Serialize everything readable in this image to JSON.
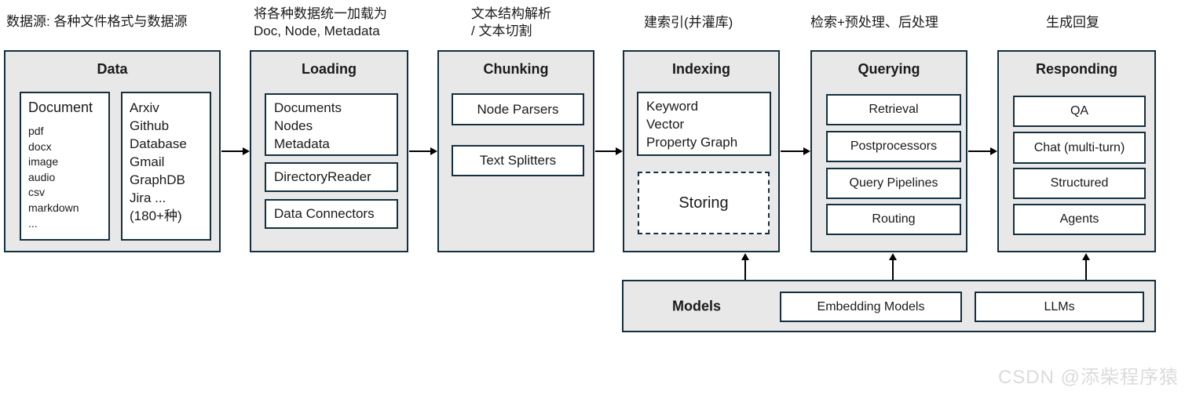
{
  "colors": {
    "box_border": "#14303f",
    "box_fill": "#e8e8e8",
    "inner_fill": "#ffffff",
    "arrow": "#000000",
    "watermark_text": "#dbdbdb"
  },
  "top_labels": {
    "data_source": "数据源: 各种文件格式与数据源",
    "loading": "将各种数据统一加载为\nDoc, Node, Metadata",
    "chunking": "文本结构解析\n/ 文本切割",
    "indexing": "建索引(并灌库)",
    "querying": "检索+预处理、后处理",
    "responding": "生成回复"
  },
  "stages": {
    "data": {
      "title": "Data",
      "document_box": {
        "heading": "Document",
        "items": "pdf\ndocx\nimage\naudio\ncsv\nmarkdown\n..."
      },
      "sources_box": "Arxiv\nGithub\nDatabase\nGmail\nGraphDB\nJira ...\n(180+种)"
    },
    "loading": {
      "title": "Loading",
      "boxes": [
        "Documents\nNodes\nMetadata",
        "DirectoryReader",
        "Data Connectors"
      ]
    },
    "chunking": {
      "title": "Chunking",
      "boxes": [
        "Node Parsers",
        "Text Splitters"
      ]
    },
    "indexing": {
      "title": "Indexing",
      "index_types": "Keyword\nVector\nProperty Graph",
      "storing": "Storing"
    },
    "querying": {
      "title": "Querying",
      "boxes": [
        "Retrieval",
        "Postprocessors",
        "Query Pipelines",
        "Routing"
      ]
    },
    "responding": {
      "title": "Responding",
      "boxes": [
        "QA",
        "Chat (multi-turn)",
        "Structured",
        "Agents"
      ]
    }
  },
  "models": {
    "title": "Models",
    "boxes": [
      "Embedding Models",
      "LLMs"
    ]
  },
  "watermark": "CSDN @添柴程序猿"
}
